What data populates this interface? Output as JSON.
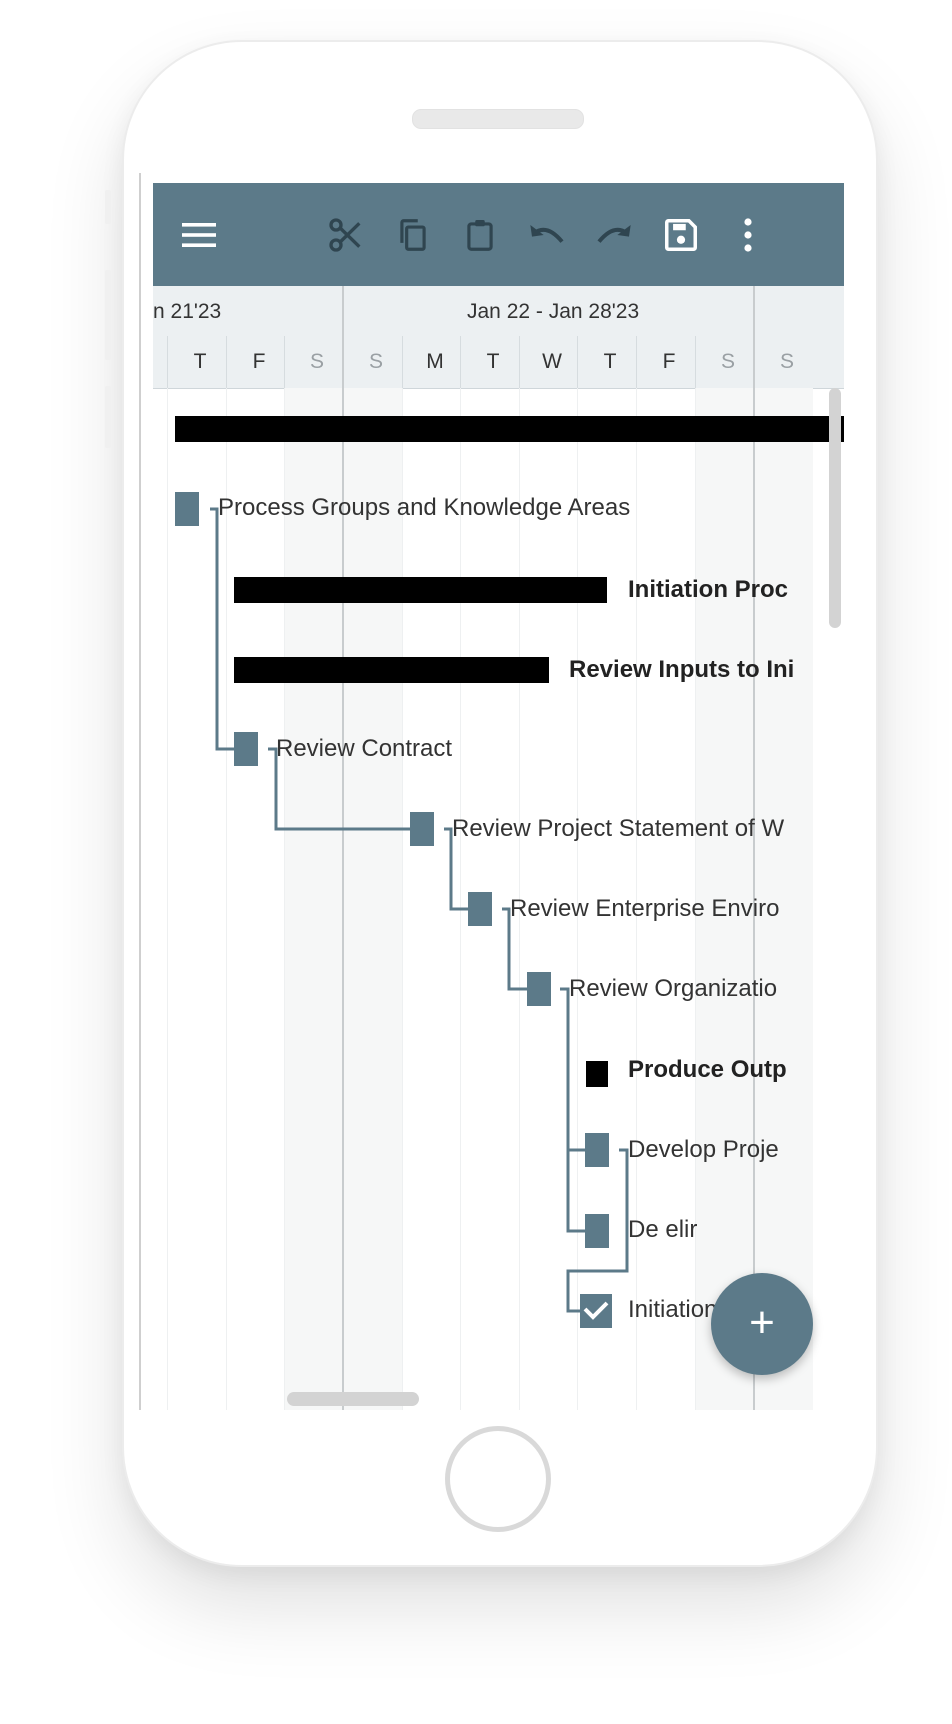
{
  "toolbar": {
    "icons": [
      "menu-icon",
      "scissors-icon",
      "copy-icon",
      "clipboard-icon",
      "undo-icon",
      "redo-icon",
      "save-icon",
      "more-vert-icon"
    ],
    "color": "#5c7a89"
  },
  "timeline": {
    "weeks": [
      {
        "label": "n 21'23"
      },
      {
        "label": "Jan 22 - Jan 28'23"
      }
    ],
    "days": [
      "T",
      "F",
      "S",
      "S",
      "M",
      "T",
      "W",
      "T",
      "F",
      "S",
      "S"
    ]
  },
  "tasks": [
    {
      "label": ""
    },
    {
      "label": "Process Groups and Knowledge Areas"
    },
    {
      "label": "Initiation Proc"
    },
    {
      "label": "Review Inputs to Ini"
    },
    {
      "label": "Review Contract"
    },
    {
      "label": "Review Project Statement of W"
    },
    {
      "label": "Review Enterprise Enviro"
    },
    {
      "label": "Review Organizatio"
    },
    {
      "label": "Produce Outp"
    },
    {
      "label": "Develop Proje"
    },
    {
      "label": "De      elir"
    },
    {
      "label": "Initiation Proc"
    }
  ],
  "fab": {
    "label": "+"
  },
  "colors": {
    "accent": "#5c7a89",
    "summary_bar": "#000000"
  }
}
